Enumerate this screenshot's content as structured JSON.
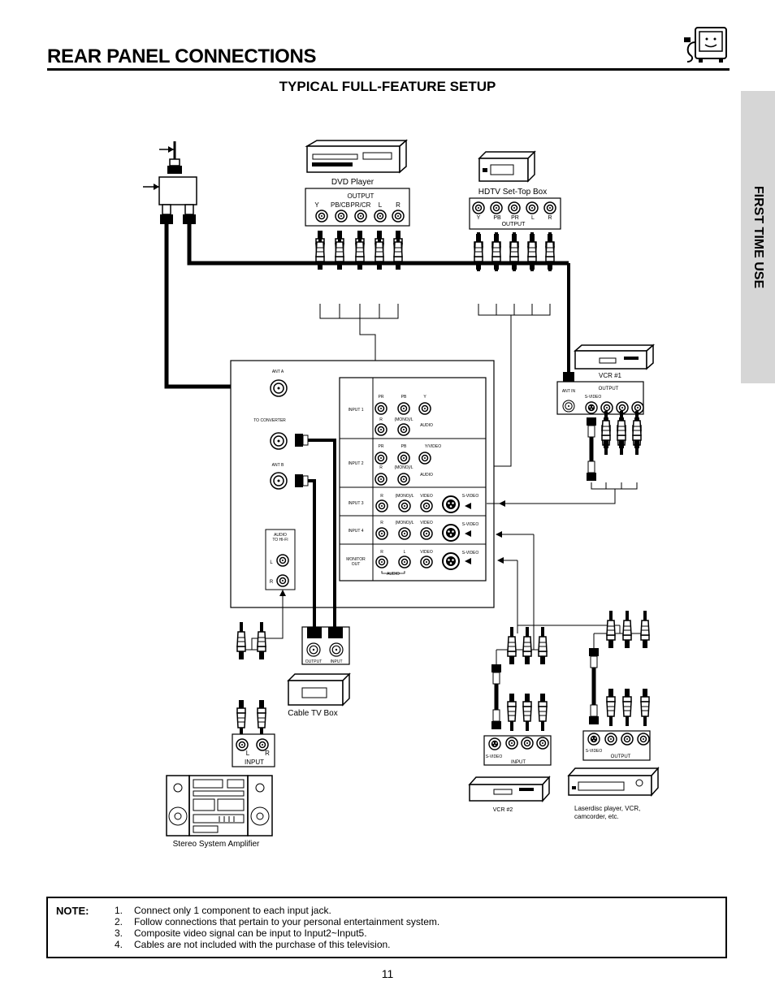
{
  "page": {
    "title": "REAR PANEL CONNECTIONS",
    "subtitle": "TYPICAL FULL-FEATURE SETUP",
    "side_tab": "FIRST TIME USE",
    "page_number": "11"
  },
  "devices": {
    "dvd": {
      "name": "DVD Player",
      "output": "OUTPUT",
      "jacks": [
        "Y",
        "PB/CB",
        "PR/CR",
        "L",
        "R"
      ]
    },
    "hdtv": {
      "name": "HDTV Set-Top Box",
      "output": "OUTPUT",
      "jacks": [
        "Y",
        "PB",
        "PR",
        "L",
        "R"
      ]
    },
    "vcr1": {
      "name": "VCR #1",
      "output": "OUTPUT",
      "ant_in": "ANT IN",
      "svideo": "S-VIDEO"
    },
    "cable": {
      "name": "Cable TV Box",
      "output": "OUTPUT",
      "input": "INPUT"
    },
    "stereo": {
      "name": "Stereo System Amplifier",
      "input": "INPUT",
      "l": "L",
      "r": "R"
    },
    "vcr2": {
      "name": "VCR #2",
      "input": "INPUT",
      "svideo": "S-VIDEO"
    },
    "laser": {
      "name": "Laserdisc player, VCR, camcorder, etc.",
      "output": "OUTPUT",
      "svideo": "S-VIDEO"
    }
  },
  "tv_panel": {
    "ant_a": "ANT A",
    "to_converter": "TO CONVERTER",
    "ant_b": "ANT B",
    "audio_to_hifi": "AUDIO TO HI-FI",
    "l": "L",
    "r": "R",
    "inputs": [
      {
        "label": "INPUT 1",
        "top": [
          "PR",
          "PB",
          "Y"
        ],
        "bottom": [
          "R",
          "(MONO)/L",
          "AUDIO"
        ]
      },
      {
        "label": "INPUT 2",
        "top": [
          "PR",
          "PB",
          "Y/VIDEO"
        ],
        "bottom": [
          "R",
          "(MONO)/L",
          "AUDIO"
        ]
      },
      {
        "label": "INPUT 3",
        "row": [
          "R",
          "(MONO)/L",
          "VIDEO",
          "S-VIDEO"
        ]
      },
      {
        "label": "INPUT 4",
        "row": [
          "R",
          "(MONO)/L",
          "VIDEO",
          "S-VIDEO"
        ]
      },
      {
        "label": "MONITOR OUT",
        "row": [
          "R",
          "L",
          "VIDEO",
          "S-VIDEO"
        ],
        "audio": "AUDIO"
      }
    ]
  },
  "note": {
    "label": "NOTE:",
    "items": [
      "Connect only 1 component to each input jack.",
      "Follow connections that pertain to your personal entertainment system.",
      "Composite video signal can be input to Input2~Input5.",
      "Cables are not included with the purchase of this television."
    ]
  }
}
